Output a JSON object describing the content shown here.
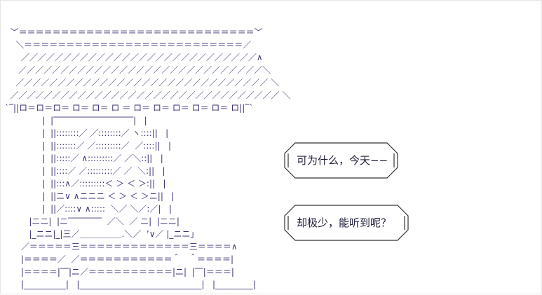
{
  "ascii_art": [
    "  ﹀＝＝＝＝＝＝＝＝＝＝＝＝＝＝＝＝＝＝＝＝＝＝＝＝＝＝＝＝﹀",
    "    ＼＝＝＝＝＝＝＝＝＝＝＝＝＝＝＝＝＝＝＝＝＝＝＝＝＝＝／",
    "      ／／／／／／／／／／／／／／／／／／／／／／／／／／／／∧",
    "     ／／／／／／／／／／／／／／／／／／／／／／／／／／／／／＼",
    "    ／／／／／／／／／／／／／／／／／／／／／／／／／／／／／／ ＼",
    "  ／／／／／／／／／／／／／／／／／／／／／／／／／／／／／／／／ ＼",
    "`‾||ロ＝ロ＝ロ＝ ロ＝ ロ＝ ロ ＝ ロ＝ ロ＝ ロ＝ ロ＝ ロ＝ ロ||‾`",
    "              |  |‾‾‾‾‾‾‾‾‾‾‾‾‾‾‾‾‾‾‾|   |",
    "              |  ||::::::::／ ／::::::::／ ヽ::::||   |",
    "              |  ||:::::::／ ／:::::::::／  ／::::||   |",
    "              |  ||:::::／ ∧:::::::::／ ／＼::||   |",
    "              |  ||::::／ ／:::::::::／ ／  ＼:||   |",
    "              |  ||:::∧／:::::::::＜ ＞ ＜ ＞:||   |",
    "              |  ||ニ∨ ∧ニニニ ＜ ＞ ＜ ＞ニ||   |",
    "              |  ||／::::∨ ∧:::::  ＼／ ＼／:／|   |",
    "         |ニニ|  |ニ‾‾‾‾‾‾‾‾  ／＼  ／ ニ|  |ニニ|",
    "         |_ニニ|_|三／＿＿＿＿＿.＼／  ’∨／ |_ニニ」",
    "      ／＝＝＝＝＝三＝＝＝＝＝＝＝＝＝＝＝＝＝三＝＝＝＝∧",
    "      |＝＝＝＝／  ／＝＝＝＝＝＝＝＝＝＝＝＾   ＾＝＝＝＝|",
    "      |＝＝＝＝|‾‾|ニ／＝＝＝＝＝＝＝＝＝＝|ニ|  |‾‾|＝＝＝|",
    "      |__________|   |_____________________________|   |_________|"
  ],
  "bubbles": [
    {
      "text": "可为什么，今天−−"
    },
    {
      "text": "却极少，能听到呢？"
    }
  ],
  "colors": {
    "art": "#3f2f74",
    "bubble_border": "#333333",
    "bubble_text": "#1f1f3a"
  }
}
